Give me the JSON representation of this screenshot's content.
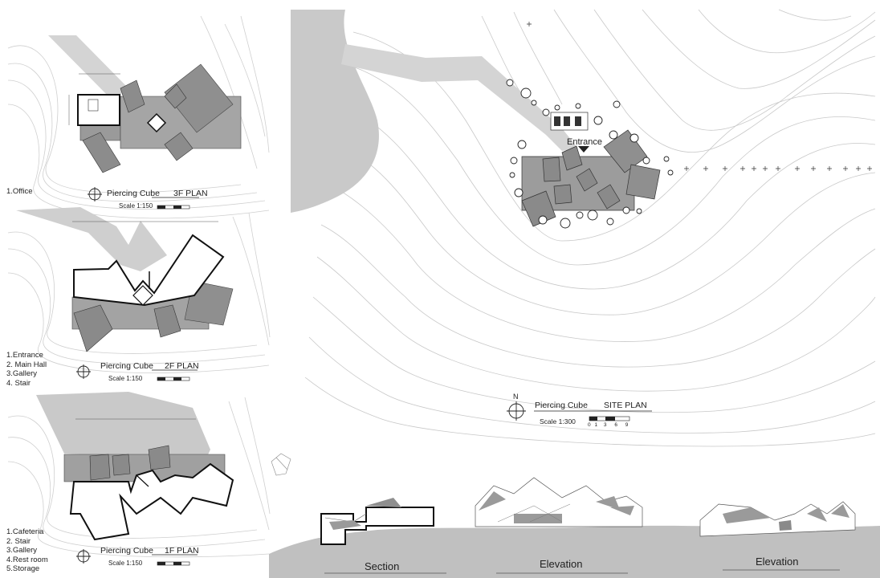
{
  "plan3f": {
    "legend": [
      "1.Office"
    ],
    "title": "Piercing Cube",
    "plan_label": "3F PLAN",
    "scale": "Scale 1:150"
  },
  "plan2f": {
    "legend": [
      "1.Entrance",
      "2. Main Hall",
      "3.Gallery",
      "4. Stair"
    ],
    "title": "Piercing Cube",
    "plan_label": "2F PLAN",
    "scale": "Scale 1:150"
  },
  "plan1f": {
    "legend": [
      "1.Cafeteria",
      "2. Stair",
      "3.Gallery",
      "4.Rest room",
      "5.Storage"
    ],
    "title": "Piercing Cube",
    "plan_label": "1F PLAN",
    "scale": "Scale 1:150"
  },
  "site": {
    "entrance_label": "Entrance",
    "north": "N",
    "title": "Piercing Cube",
    "plan_label": "SITE PLAN",
    "scale": "Scale 1:300",
    "scale_ticks": [
      "0",
      "1",
      "3",
      "6",
      "9"
    ]
  },
  "drawings": {
    "section": "Section",
    "elevation_1": "Elevation",
    "elevation_2": "Elevation"
  },
  "colors": {
    "roof": "#8f8f8f",
    "path": "#d2d2d2",
    "ground": "#c2c2c2",
    "contour": "#c9c9c9",
    "wall": "#111111"
  }
}
